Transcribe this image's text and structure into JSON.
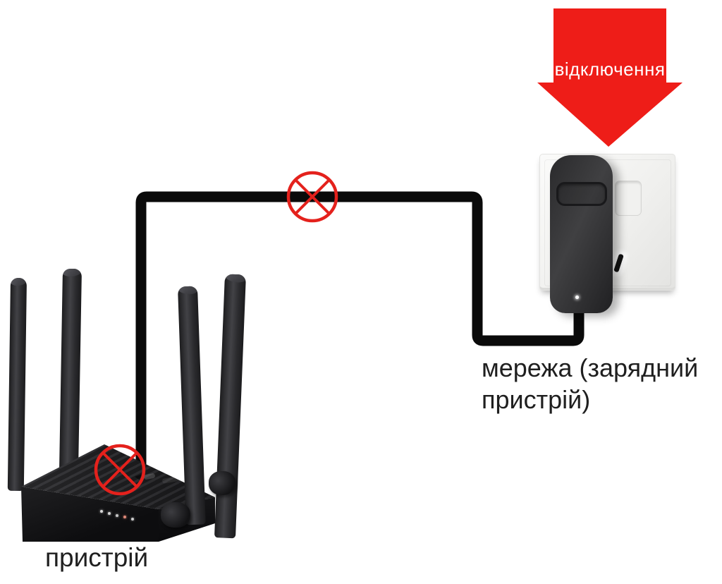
{
  "diagram": {
    "arrow_label": "відключення",
    "device_label": "пристрій",
    "power_label": {
      "line1": "мережа (зарядний",
      "line2": "пристрій)"
    }
  },
  "colors": {
    "arrow_red": "#ee1d18",
    "no_sign_red": "#e4211c",
    "cable_black": "#0a0a0a",
    "text": "#1f1f1f",
    "background": "#ffffff"
  },
  "icons": {
    "arrow": "down-arrow-icon",
    "no_sign": "crossed-circle-icon"
  }
}
